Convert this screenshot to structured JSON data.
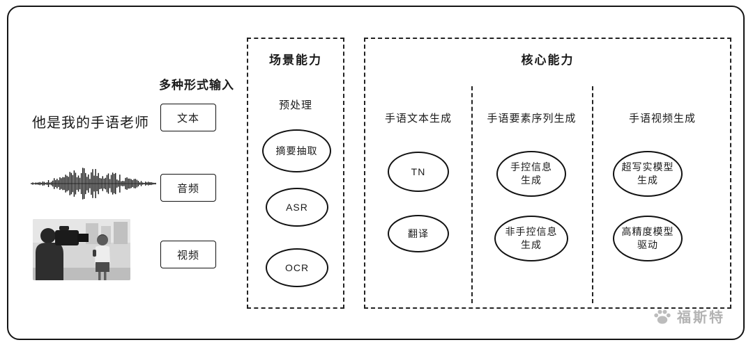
{
  "input_section": {
    "title": "多种形式输入",
    "text_example": "他是我的手语老师",
    "items": [
      {
        "label": "文本"
      },
      {
        "label": "音频"
      },
      {
        "label": "视频"
      }
    ]
  },
  "scene_section": {
    "title": "场景能力",
    "subtitle": "预处理",
    "nodes": [
      "摘要抽取",
      "ASR",
      "OCR"
    ]
  },
  "core_section": {
    "title": "核心能力",
    "columns": [
      {
        "label": "手语文本生成",
        "nodes": [
          "TN",
          "翻译"
        ]
      },
      {
        "label": "手语要素序列生成",
        "nodes": [
          "手控信息\n生成",
          "非手控信息\n生成"
        ]
      },
      {
        "label": "手语视频生成",
        "nodes": [
          "超写实模型\n生成",
          "高精度模型\n驱动"
        ]
      }
    ]
  },
  "watermark": {
    "text": "福斯特"
  },
  "colors": {
    "frame_border": "#141414",
    "node_border": "#111111",
    "watermark_gray": "#b3b3b3"
  }
}
